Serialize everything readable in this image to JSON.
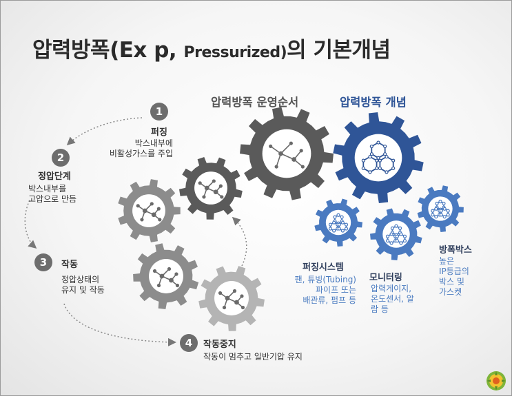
{
  "title": {
    "main": "압력방폭(Ex p,",
    "sub": "Pressurized)",
    "suffix": "의 기본개념"
  },
  "headers": {
    "process": "압력방폭 운영순서",
    "concept": "압력방폭 개념"
  },
  "steps": [
    {
      "num": "1",
      "title": "퍼징",
      "desc": [
        "박스내부에",
        "비활성가스를 주입"
      ]
    },
    {
      "num": "2",
      "title": "정압단계",
      "desc": [
        "박스내부를",
        "고압으로 만듬"
      ]
    },
    {
      "num": "3",
      "title": "작동",
      "desc": [
        "정압상태의",
        "유지 및 작동"
      ]
    },
    {
      "num": "4",
      "title": "작동중지",
      "desc": [
        "작동이 멈추고 일반기압 유지"
      ]
    }
  ],
  "concepts": [
    {
      "title": "퍼징시스템",
      "desc": [
        "팬, 튜빙(Tubing)",
        "파이프 또는",
        "배관류, 펌프 등"
      ]
    },
    {
      "title": "모니터링",
      "desc": [
        "압력게이지,",
        "온도센서, 알",
        "람 등"
      ]
    },
    {
      "title": "방폭박스",
      "desc": [
        "높은",
        "IP등급의",
        "박스 및",
        "가스켓"
      ]
    }
  ],
  "colors": {
    "gear_dark": "#5a5a5a",
    "gear_gray": "#8c8c8c",
    "gear_light": "#b4b4b4",
    "gear_blue": "#2f5597",
    "gear_blue_small": "#4a7ac0",
    "accent_text": "#2f5597"
  },
  "icons": [
    "molecule-icon",
    "hexagon-network-icon",
    "logo-icon"
  ]
}
